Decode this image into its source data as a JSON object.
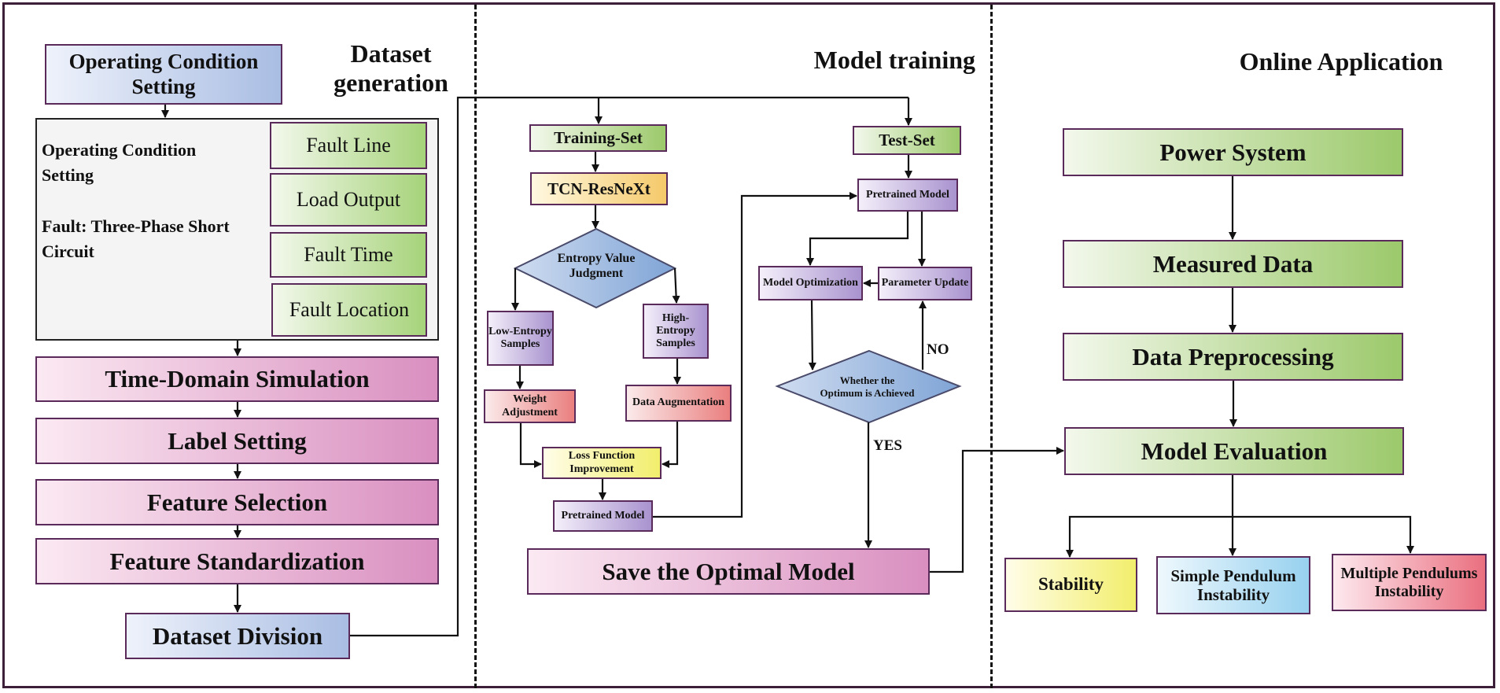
{
  "sections": {
    "dataset": "Dataset generation",
    "training": "Model training",
    "online": "Online Application"
  },
  "dataset": {
    "op_setting": "Operating Condition Setting",
    "panel_op": "Operating Condition Setting",
    "panel_fault": "Fault: Three-Phase Short Circuit",
    "fault_line": "Fault Line",
    "load_output": "Load Output",
    "fault_time": "Fault Time",
    "fault_location": "Fault Location",
    "time_domain": "Time-Domain Simulation",
    "label_setting": "Label Setting",
    "feature_selection": "Feature Selection",
    "feature_standardization": "Feature Standardization",
    "dataset_division": "Dataset Division"
  },
  "training": {
    "training_set": "Training-Set",
    "tcn": "TCN-ResNeXt",
    "entropy": "Entropy Value Judgment",
    "low_entropy": "Low-Entropy Samples",
    "high_entropy": "High-Entropy Samples",
    "weight_adj": "Weight Adjustment",
    "data_aug": "Data Augmentation",
    "loss_fn": "Loss Function Improvement",
    "pretrained_left": "Pretrained Model",
    "test_set": "Test-Set",
    "pretrained_right": "Pretrained Model",
    "model_opt": "Model Optimization",
    "param_update": "Parameter Update",
    "optimum": "Whether the Optimum is Achieved",
    "no": "NO",
    "yes": "YES",
    "save": "Save the Optimal Model"
  },
  "online": {
    "power_system": "Power System",
    "measured_data": "Measured Data",
    "preprocessing": "Data Preprocessing",
    "evaluation": "Model Evaluation",
    "stability": "Stability",
    "simple": "Simple Pendulum Instability",
    "multiple": "Multiple Pendulums Instability"
  }
}
